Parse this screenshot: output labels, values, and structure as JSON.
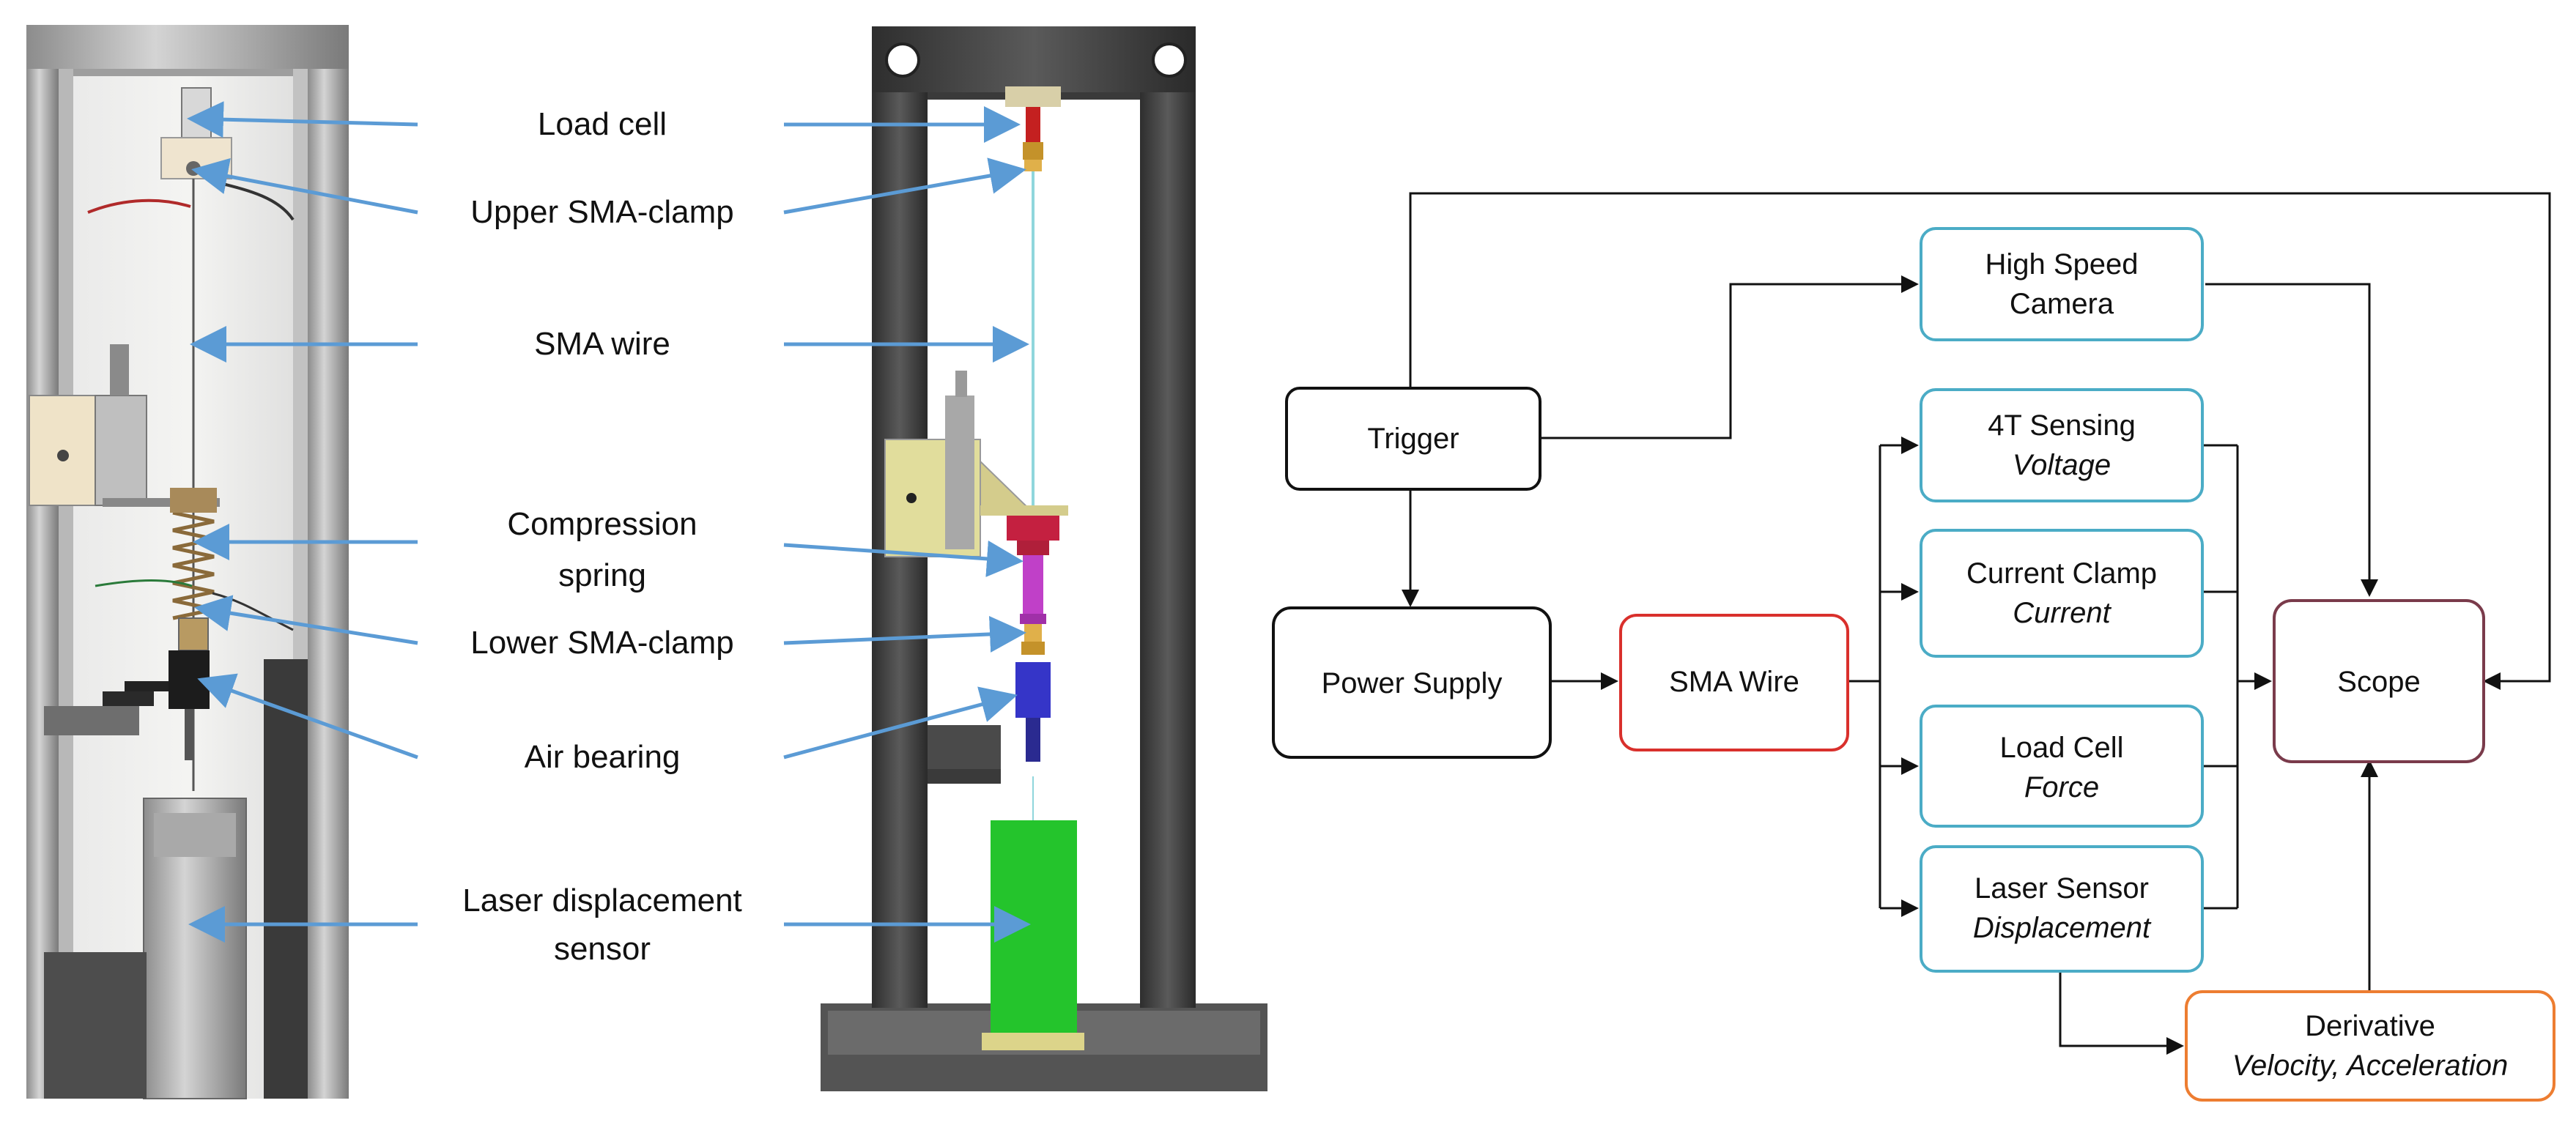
{
  "apparatus_labels": {
    "load_cell": "Load cell",
    "upper_clamp": "Upper SMA-clamp",
    "sma_wire": "SMA wire",
    "compression_spring_line1": "Compression",
    "compression_spring_line2": "spring",
    "lower_clamp": "Lower SMA-clamp",
    "air_bearing": "Air bearing",
    "laser_sensor_line1": "Laser displacement",
    "laser_sensor_line2": "sensor"
  },
  "flow_nodes": {
    "trigger": {
      "title": "Trigger"
    },
    "power_supply": {
      "title": "Power Supply"
    },
    "sma_wire": {
      "title": "SMA Wire"
    },
    "high_speed_camera": {
      "line1": "High Speed",
      "line2": "Camera"
    },
    "sensing_4t": {
      "title": "4T Sensing",
      "sub": "Voltage"
    },
    "current_clamp": {
      "title": "Current Clamp",
      "sub": "Current"
    },
    "load_cell": {
      "title": "Load Cell",
      "sub": "Force"
    },
    "laser_sensor": {
      "title": "Laser Sensor",
      "sub": "Displacement"
    },
    "scope": {
      "title": "Scope"
    },
    "derivative": {
      "title": "Derivative",
      "sub": "Velocity, Acceleration"
    }
  },
  "colors": {
    "label_arrow": "#5b9bd5",
    "sensor_border": "#4bacc6",
    "sma_border": "#d9302c",
    "scope_border": "#7a3b4b",
    "derivative_border": "#ed7d31",
    "black_border": "#111111"
  }
}
